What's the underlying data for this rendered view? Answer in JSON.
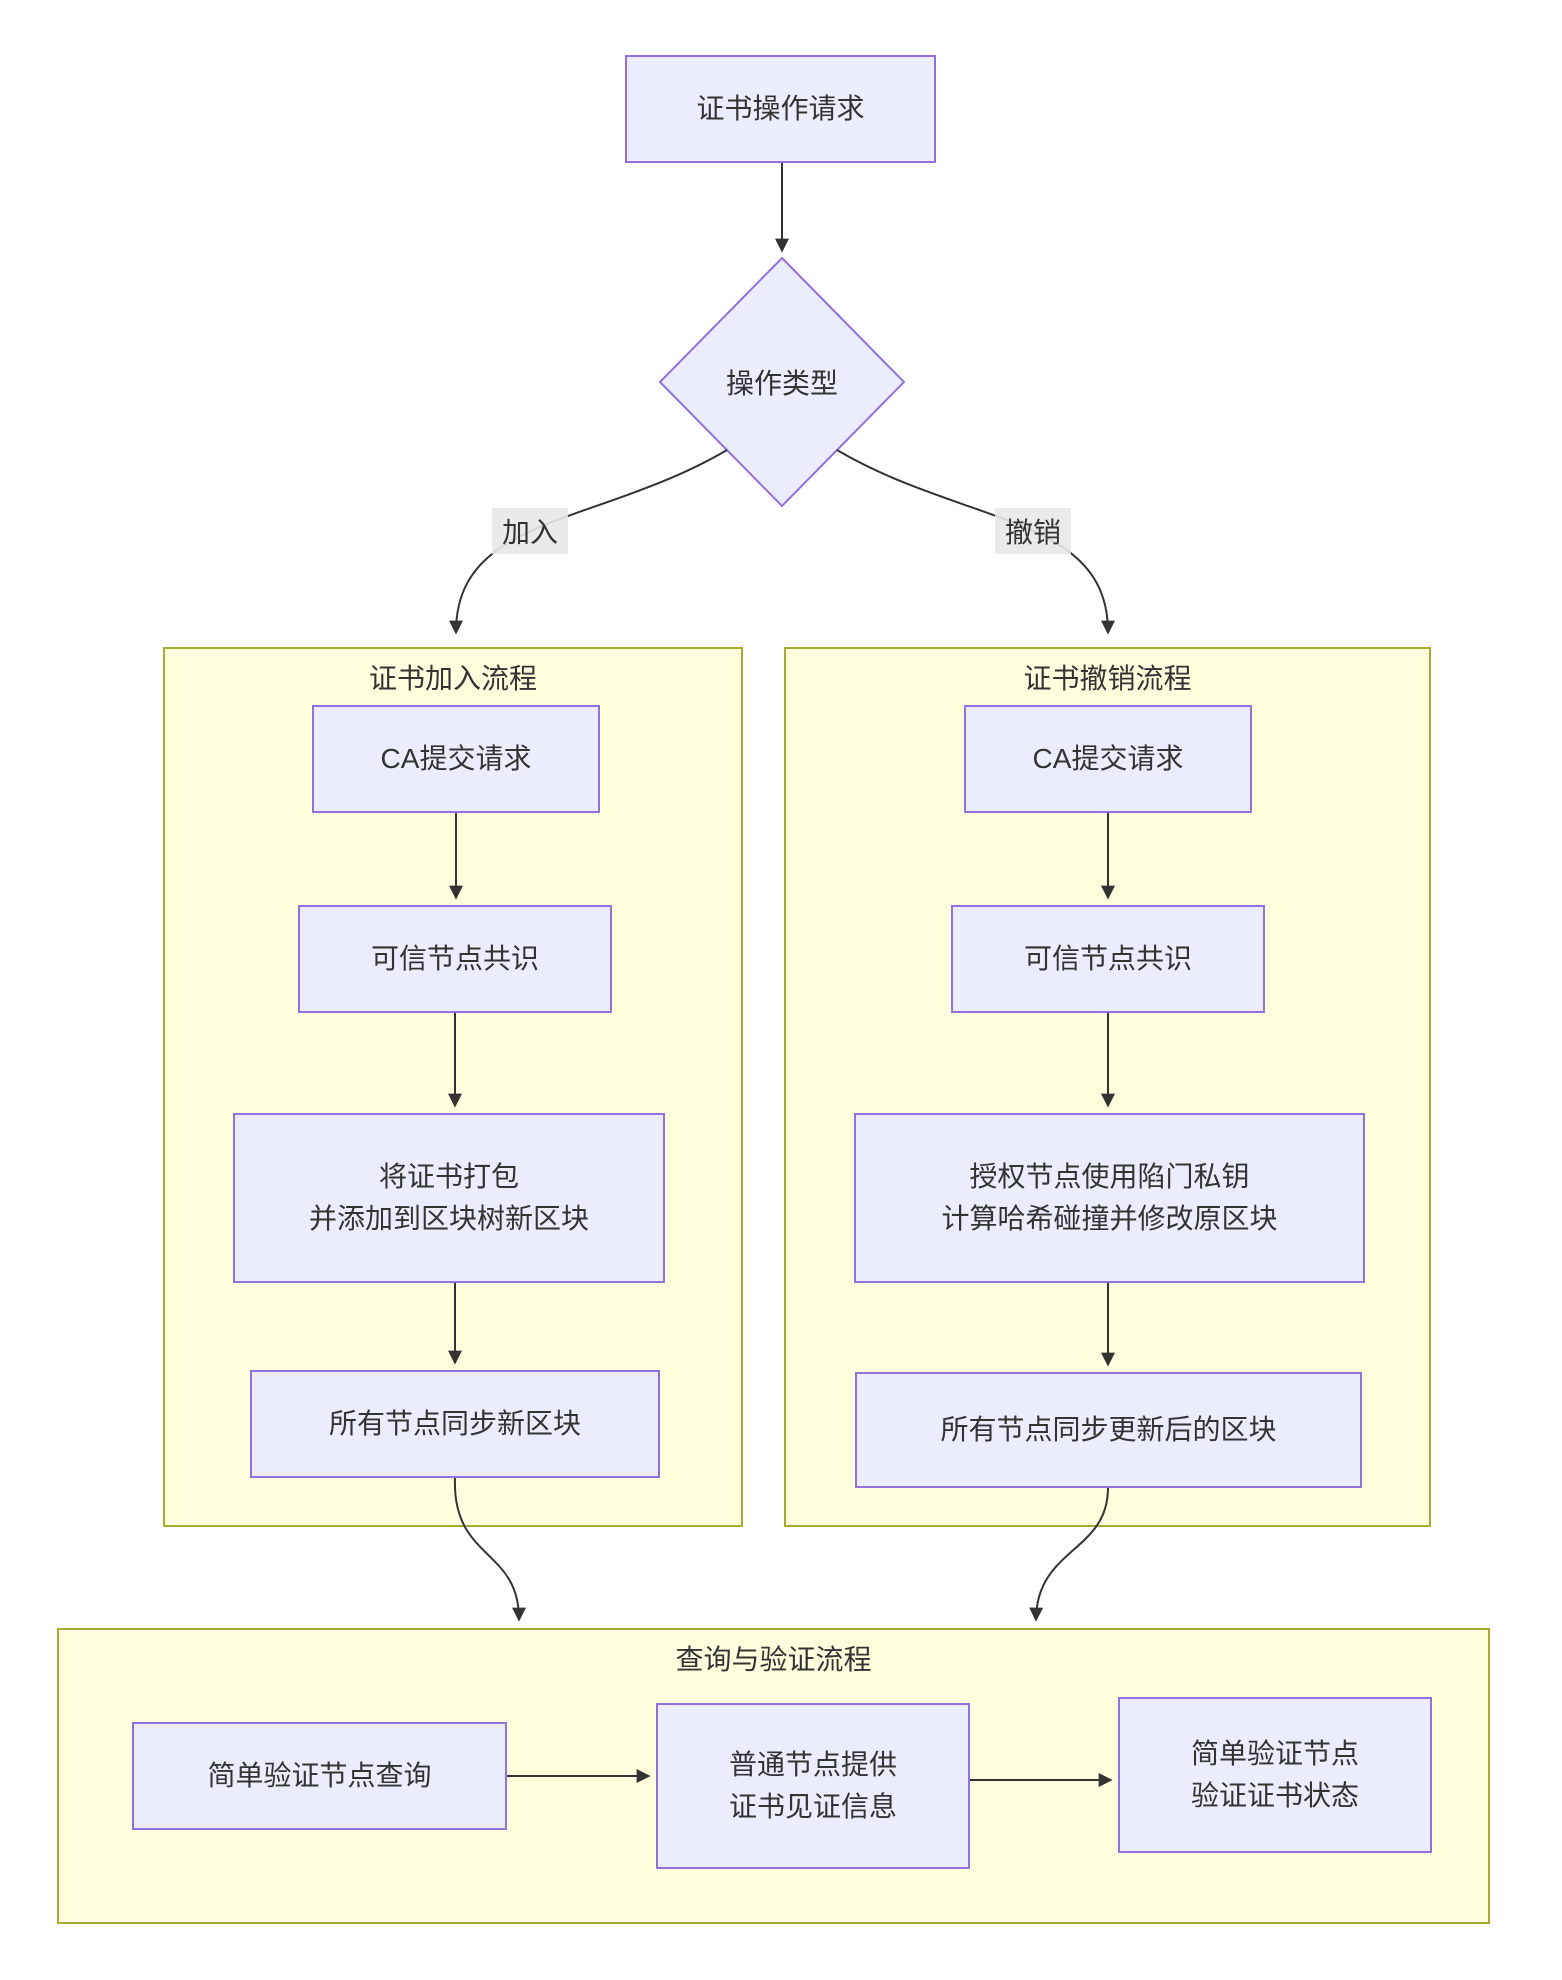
{
  "colors": {
    "node_fill": "#ECECFF",
    "node_border": "#9370DB",
    "cluster_fill": "#FFFFDE",
    "cluster_border": "#AAAA33",
    "edge": "#333333",
    "edge_label_bg": "#E8E8E8",
    "text": "#333333"
  },
  "flowchart": {
    "start": {
      "label": "证书操作请求"
    },
    "decision": {
      "label": "操作类型"
    },
    "branches": {
      "join": {
        "label": "加入"
      },
      "revoke": {
        "label": "撤销"
      }
    },
    "join_flow": {
      "title": "证书加入流程",
      "steps": [
        {
          "label": "CA提交请求"
        },
        {
          "label": "可信节点共识"
        },
        {
          "label": "将证书打包\n并添加到区块树新区块"
        },
        {
          "label": "所有节点同步新区块"
        }
      ]
    },
    "revoke_flow": {
      "title": "证书撤销流程",
      "steps": [
        {
          "label": "CA提交请求"
        },
        {
          "label": "可信节点共识"
        },
        {
          "label": "授权节点使用陷门私钥\n计算哈希碰撞并修改原区块"
        },
        {
          "label": "所有节点同步更新后的区块"
        }
      ]
    },
    "query_flow": {
      "title": "查询与验证流程",
      "steps": [
        {
          "label": "简单验证节点查询"
        },
        {
          "label": "普通节点提供\n证书见证信息"
        },
        {
          "label": "简单验证节点\n验证证书状态"
        }
      ]
    }
  }
}
